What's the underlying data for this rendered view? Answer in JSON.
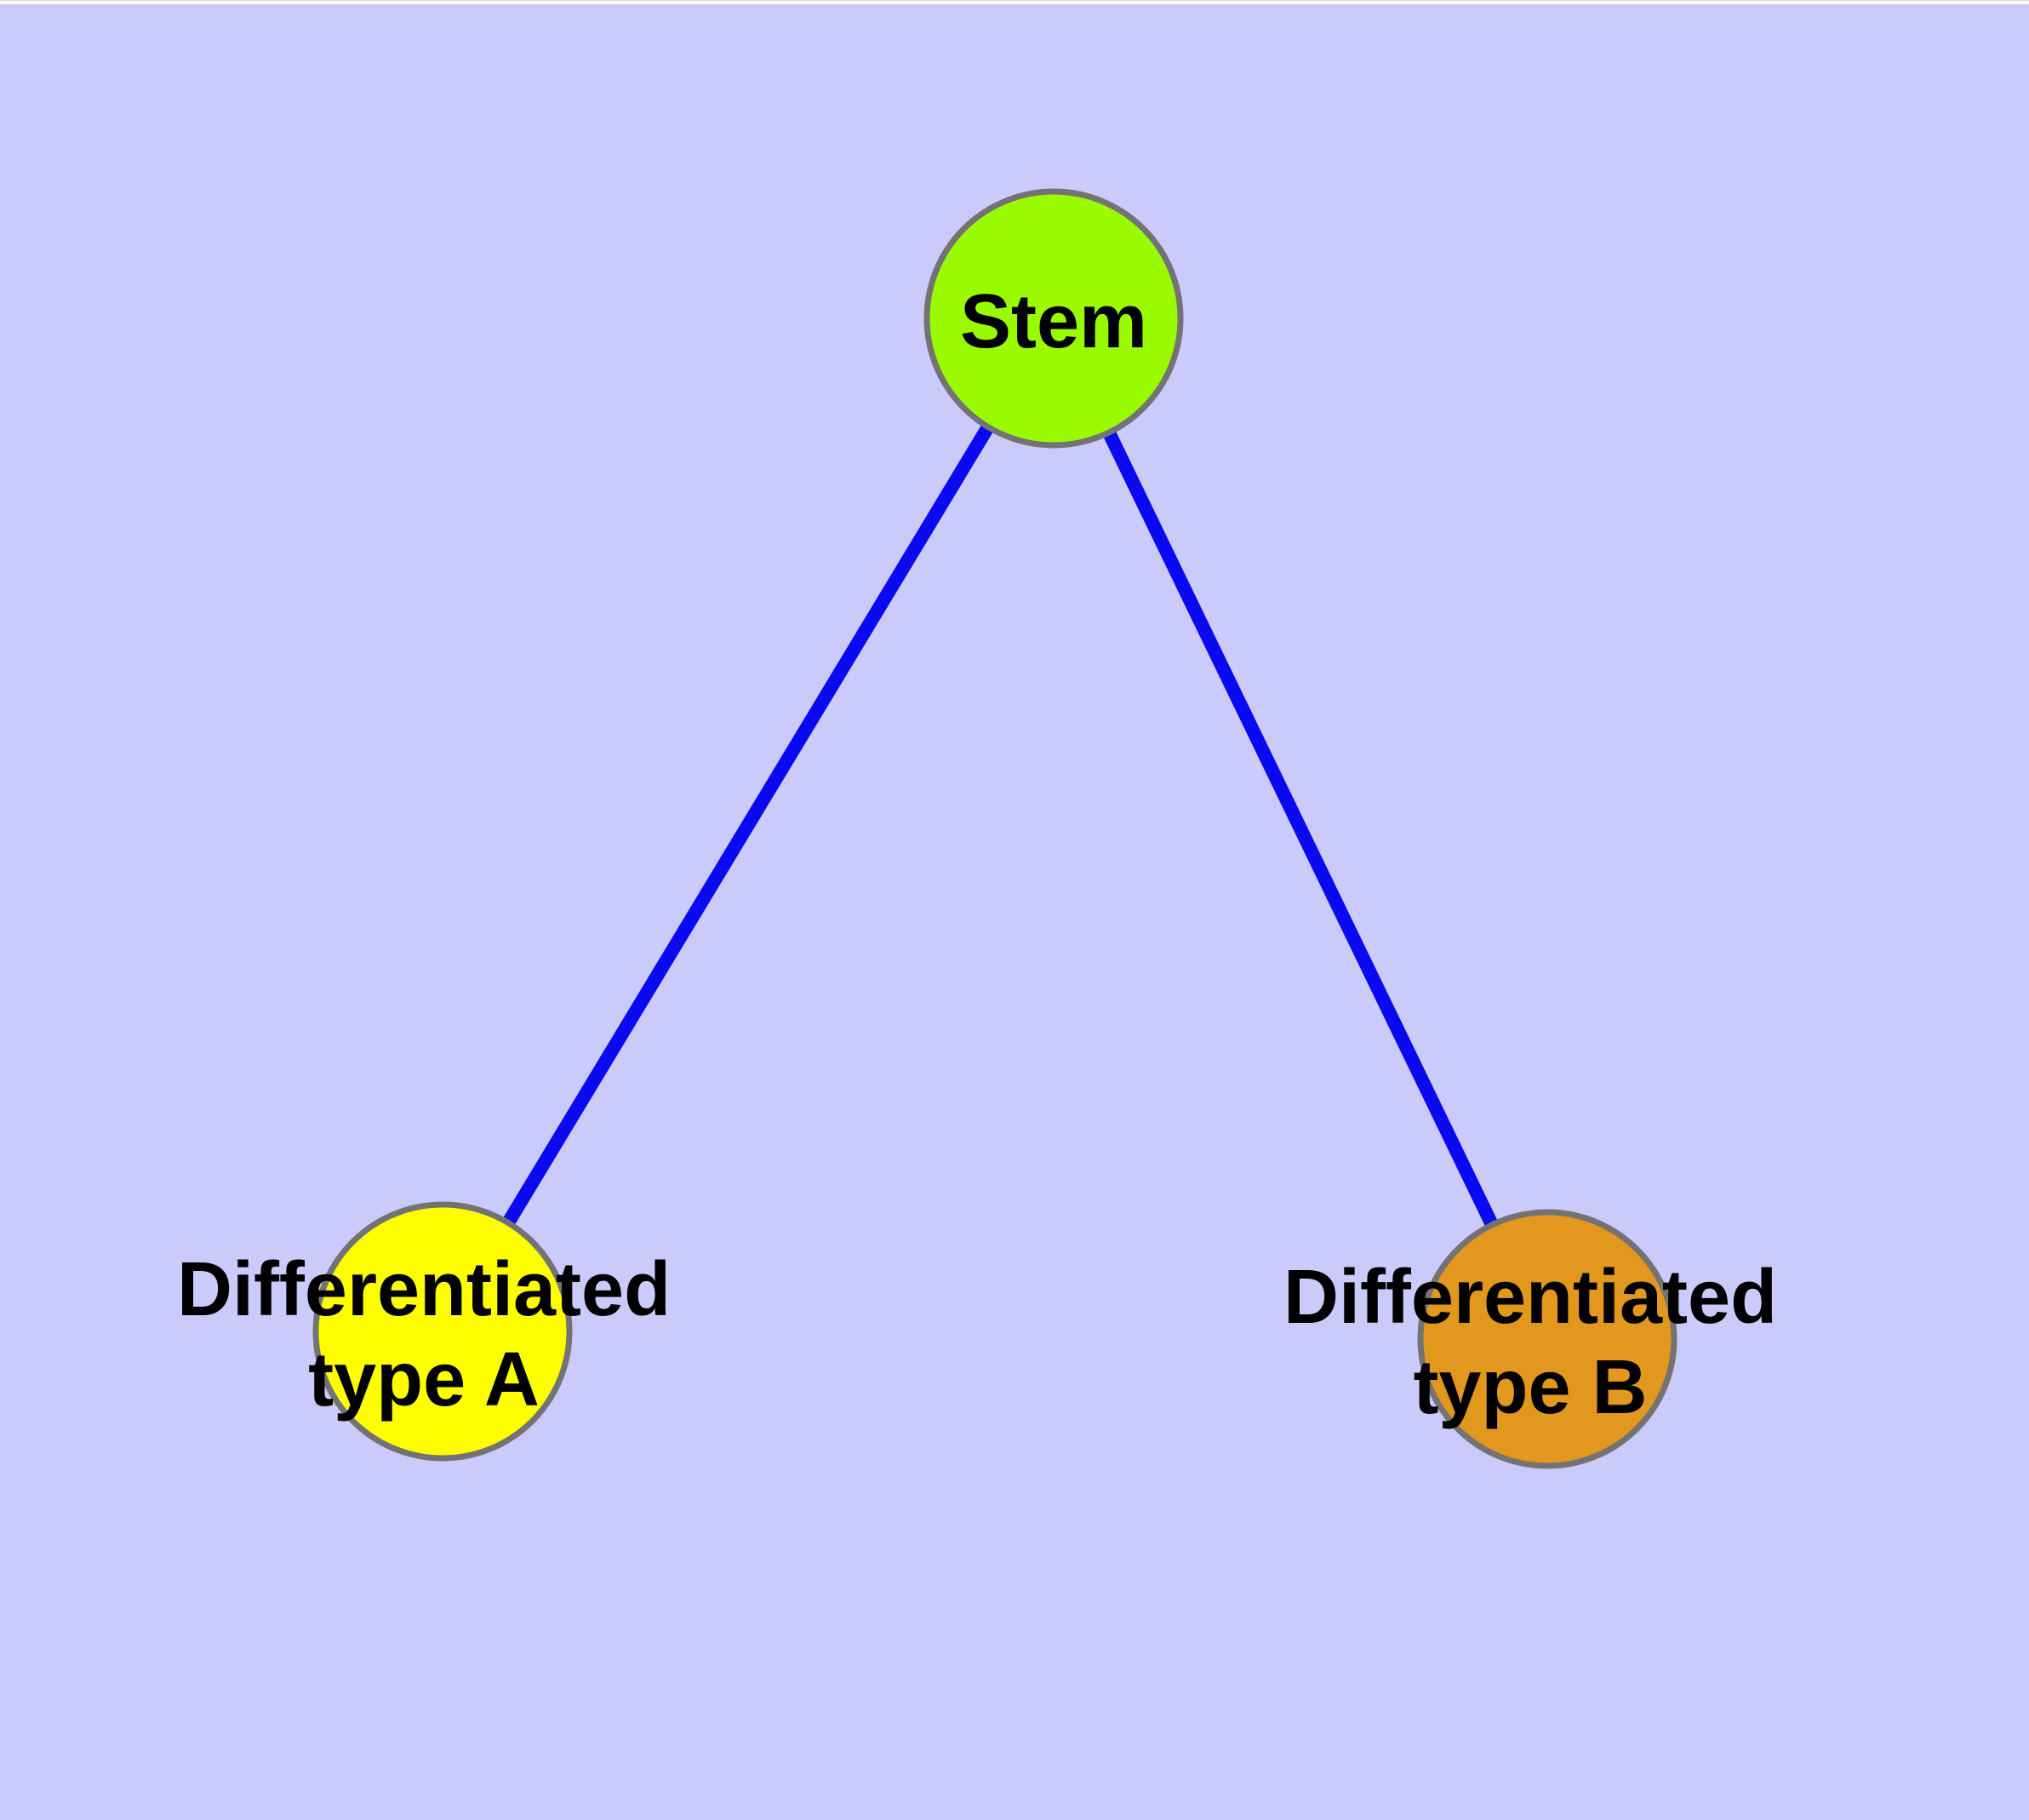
{
  "diagram": {
    "type": "node-link-graph",
    "background_color": "#CACAFB",
    "top_strip_color": "#FFFFFF",
    "edge_color": "#0A0AF0",
    "node_border_color": "#737373",
    "label_color": "#000000",
    "nodes": [
      {
        "id": "stem",
        "label_lines": [
          "Stem"
        ],
        "fill": "#9AFB00"
      },
      {
        "id": "differentiated-type-a",
        "label_lines": [
          "Differentiated",
          "type A"
        ],
        "fill": "#FEFE00"
      },
      {
        "id": "differentiated-type-b",
        "label_lines": [
          "Differentiated",
          "type B"
        ],
        "fill": "#E2971E"
      }
    ],
    "edges": [
      {
        "from": "stem",
        "to": "differentiated-type-a"
      },
      {
        "from": "stem",
        "to": "differentiated-type-b"
      }
    ]
  }
}
